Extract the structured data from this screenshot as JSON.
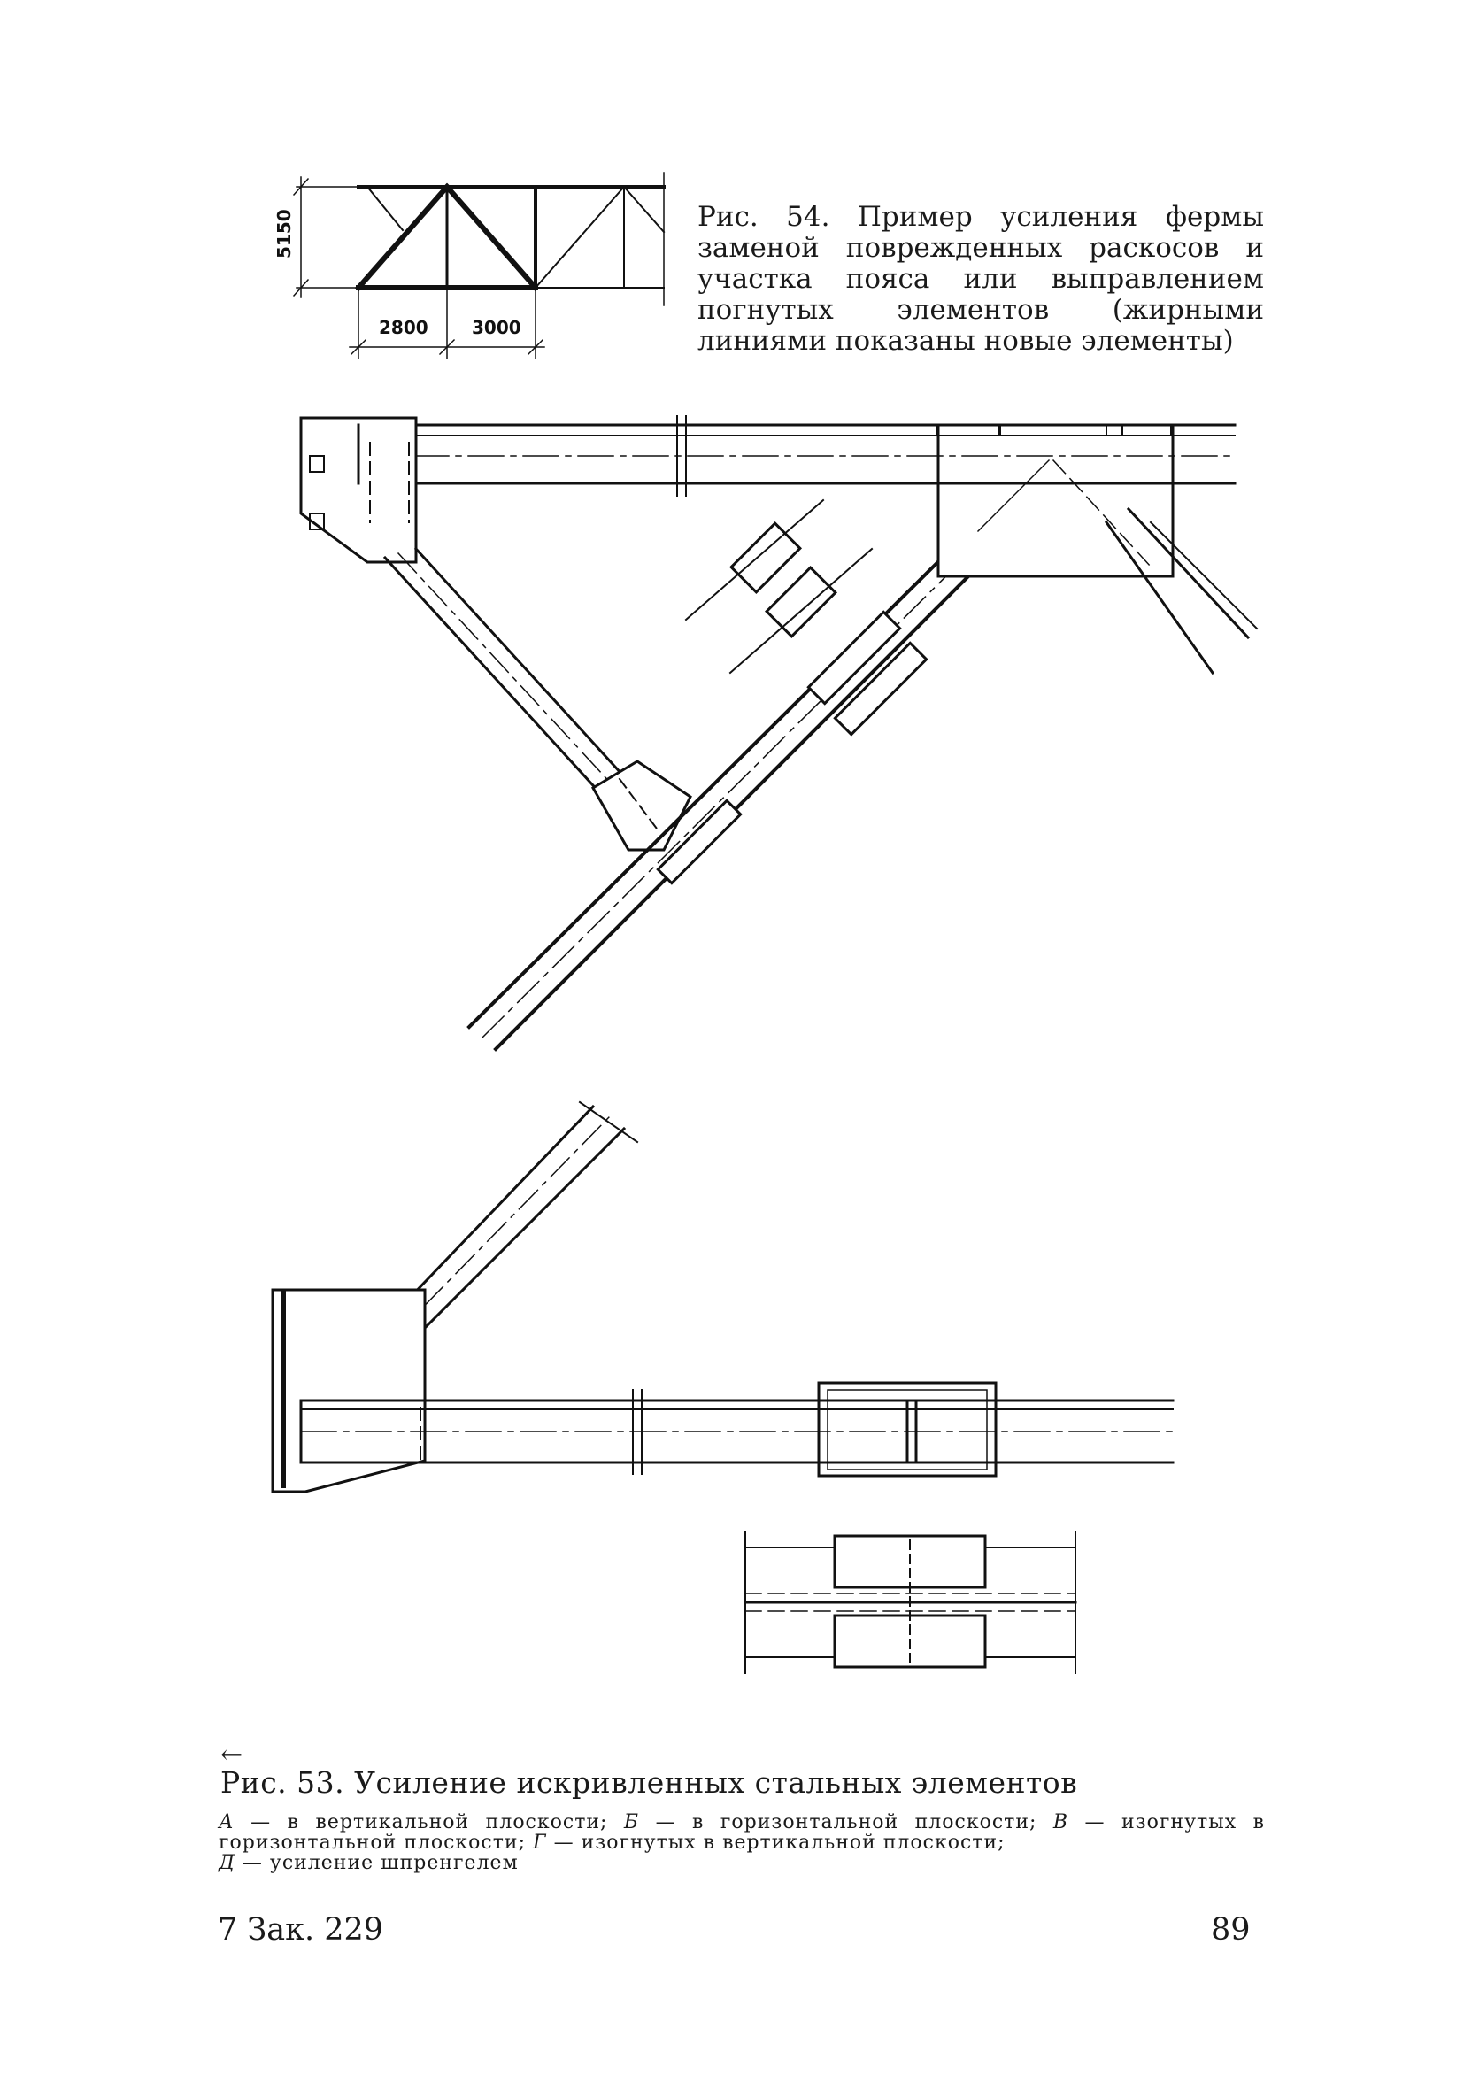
{
  "fig54": {
    "caption": "Рис. 54. Пример усиления фермы заменой поврежденных раскосов и участка пояса или выправлением погнутых элементов (жирными линиями показаны новые элементы)",
    "dims": {
      "height": "5150",
      "span_left": "2800",
      "span_right": "3000"
    }
  },
  "fig53": {
    "arrow": "←",
    "title": "Рис. 53. Усиление искривленных стальных элементов",
    "legend": [
      {
        "letter": "А",
        "text": " — в вертикальной плоскости; "
      },
      {
        "letter": "Б",
        "text": " — в горизонтальной плоскости; "
      },
      {
        "letter": "В",
        "text": " — изогнутых в горизонтальной плоскости; "
      },
      {
        "letter": "Г",
        "text": " — изогнутых в вертикальной плоскости; "
      },
      {
        "letter": "Д",
        "text": " — усиление шпренгелем"
      }
    ]
  },
  "footer": {
    "signature": "7 Зак. 229",
    "page_number": "89"
  }
}
